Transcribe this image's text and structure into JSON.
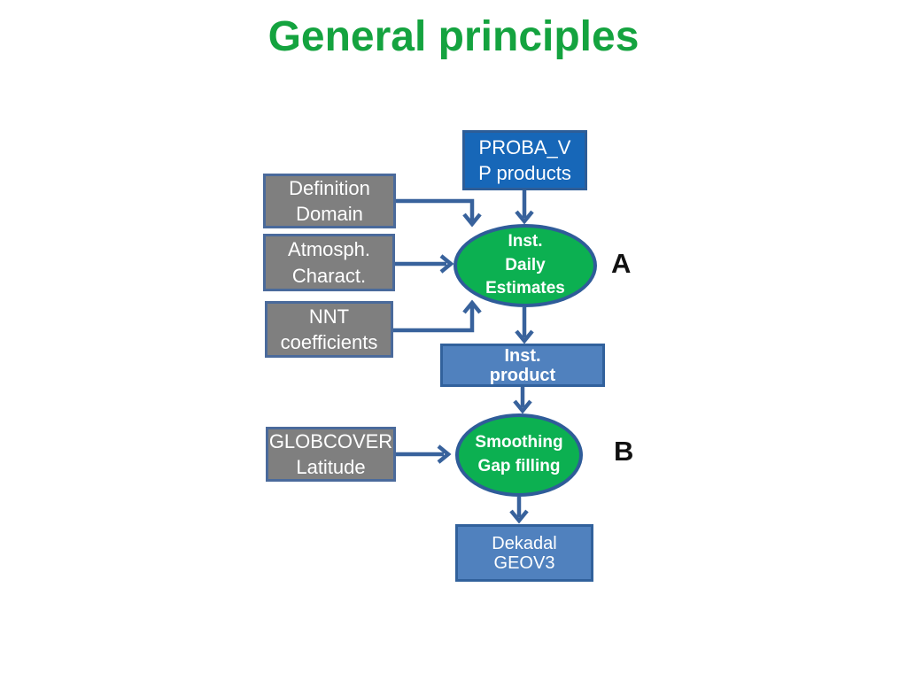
{
  "title": {
    "text": "General principles"
  },
  "colors": {
    "title-green": "#14a33f",
    "ellipse-green": "#0cb051",
    "ellipse-border": "#2f5c99",
    "bright-blue": "#1767b8",
    "bright-blue-border": "#2d5d97",
    "muted-blue": "#5081be",
    "muted-blue-border": "#31619c",
    "gray-fill": "#7f7f7f",
    "gray-border": "#4a6a9b",
    "line-blue": "#38629c",
    "label-black": "#111111"
  },
  "diagram": {
    "nodes": [
      {
        "id": "proba-v",
        "label": "PROBA_V\nP products"
      },
      {
        "id": "definition",
        "label": "Definition\nDomain"
      },
      {
        "id": "atmosph",
        "label": "Atmosph.\nCharact."
      },
      {
        "id": "nnt",
        "label": "NNT\ncoefficients"
      },
      {
        "id": "inst-daily",
        "label": "Inst.\nDaily\nEstimates"
      },
      {
        "id": "inst-product",
        "label": "Inst.\nproduct"
      },
      {
        "id": "globcover",
        "label": "GLOBCOVER\nLatitude"
      },
      {
        "id": "smoothing",
        "label": "Smoothing\nGap filling"
      },
      {
        "id": "dekadal",
        "label": "Dekadal\nGEOV3"
      }
    ],
    "side_labels": [
      {
        "text": "A"
      },
      {
        "text": "B"
      }
    ]
  }
}
